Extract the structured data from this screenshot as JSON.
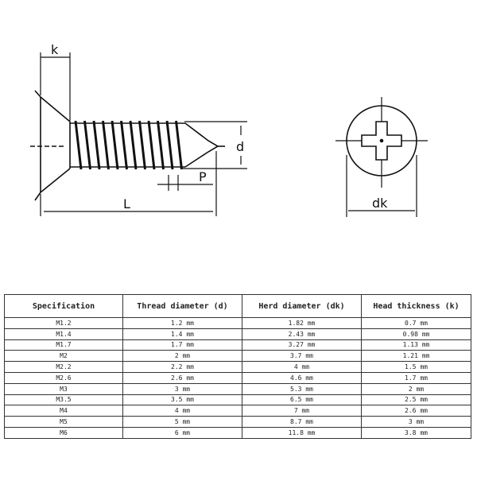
{
  "diagram": {
    "labels": {
      "k": "k",
      "d": "d",
      "p": "P",
      "l": "L",
      "dk": "dk"
    }
  },
  "table": {
    "headers": [
      "Specification",
      "Thread diameter (d)",
      "Herd diameter (dk)",
      "Head thickness (k)"
    ],
    "rows": [
      [
        "M1.2",
        "1.2 mm",
        "1.82 mm",
        "0.7 mm"
      ],
      [
        "M1.4",
        "1.4 mm",
        "2.43 mm",
        "0.98 mm"
      ],
      [
        "M1.7",
        "1.7 mm",
        "3.27 mm",
        "1.13 mm"
      ],
      [
        "M2",
        "2 mm",
        "3.7 mm",
        "1.21 mm"
      ],
      [
        "M2.2",
        "2.2 mm",
        "4 mm",
        "1.5 mm"
      ],
      [
        "M2.6",
        "2.6 mm",
        "4.6 mm",
        "1.7 mm"
      ],
      [
        "M3",
        "3 mm",
        "5.3 mm",
        "2 mm"
      ],
      [
        "M3.5",
        "3.5 mm",
        "6.5 mm",
        "2.5 mm"
      ],
      [
        "M4",
        "4 mm",
        "7 mm",
        "2.6 mm"
      ],
      [
        "M5",
        "5 mm",
        "8.7 mm",
        "3 mm"
      ],
      [
        "M6",
        "6 mm",
        "11.8 mm",
        "3.8 mm"
      ]
    ]
  }
}
